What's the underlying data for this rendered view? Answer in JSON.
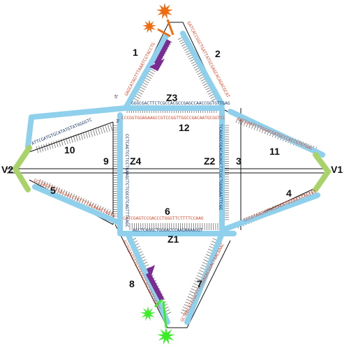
{
  "strand_labels": [
    "1",
    "2",
    "3",
    "4",
    "5",
    "6",
    "7",
    "8",
    "9",
    "10",
    "11",
    "12"
  ],
  "junction_labels": [
    "Z1",
    "Z2",
    "Z3",
    "Z4"
  ],
  "vertex_labels": [
    "V1",
    "V2"
  ],
  "end_marks": {
    "five_prime": "5'",
    "three_prime": "3'"
  },
  "sequences": {
    "z3_blue": "GGGCGACTTCTCGCCACGCCGAGCCAACCGGTGTTGAG",
    "z3_red": "CCCGGTGGAGAAGCCGTCCGGTTGGCCGACAATGCGGTCC",
    "z1_red": "CATCGAGTCCGACCCTGGGTTCTTTTCCAAG",
    "z1_blue": "AGCTCAGGCTGGGACCCAAGAAAAGGT",
    "s1": "GAGCATAGTTTAAATCGTACCTG",
    "s2": "GATCACCGGCTGATTATGCGAGCACAGACGCAT",
    "s9": "CCTCAGTCCTCCTGAAGCTCTCGCGTCAGTTTCAGC",
    "s3": "TCAGAGCGGACAGAGCTTCGCTGGGGAATTCGG",
    "s10": "ATTCGATGTGCATATGTATAGGGTC",
    "s5": "GCCGAGTCGTGACAACCTGTTTTACAAACTAGTG",
    "s11": "GACGAATCTTGGACGATGCCCACCGTGTGAC",
    "s4": "CCCGTAACAGTACCACGTGCGGCCTAGTGT",
    "s8": "GCTCGATGTTGTTATGCGAGCGATCGGCTC",
    "s7": "GCTAACATCCGCTTTCCGAGACGGACTAACAAAC"
  },
  "colors": {
    "strand_blue": "#8fd0ec",
    "vertex_green": "#a9d36a",
    "dye_orange": "#f26a10",
    "dye_green": "#39ee27",
    "quencher_purple": "#7a2c91",
    "sequence_red": "#e0482a",
    "sequence_blue": "#1a3a6b"
  },
  "icons": [
    "orange-dye-star-icon",
    "green-dye-star-icon",
    "quencher-arrow-icon"
  ]
}
